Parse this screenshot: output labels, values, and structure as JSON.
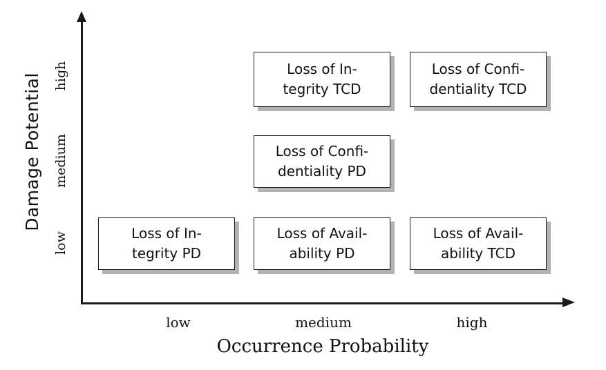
{
  "chart_data": {
    "type": "scatter",
    "title": "",
    "xlabel": "Occurrence Probability",
    "ylabel": "Damage Potential",
    "x_categories": [
      "low",
      "medium",
      "high"
    ],
    "y_categories": [
      "low",
      "medium",
      "high"
    ],
    "grid": false,
    "legend": "none",
    "axis_style": "arrow",
    "points": [
      {
        "x": "medium",
        "y": "high",
        "label": "Loss of Integrity TCD",
        "line1": "Loss of In-",
        "line2": "tegrity TCD"
      },
      {
        "x": "high",
        "y": "high",
        "label": "Loss of Confidentiality TCD",
        "line1": "Loss of Confi-",
        "line2": "dentiality TCD"
      },
      {
        "x": "medium",
        "y": "medium",
        "label": "Loss of Confidentiality PD",
        "line1": "Loss of Confi-",
        "line2": "dentiality PD"
      },
      {
        "x": "low",
        "y": "low",
        "label": "Loss of Integrity PD",
        "line1": "Loss of In-",
        "line2": "tegrity PD"
      },
      {
        "x": "medium",
        "y": "low",
        "label": "Loss of Availability PD",
        "line1": "Loss of Avail-",
        "line2": "ability PD"
      },
      {
        "x": "high",
        "y": "low",
        "label": "Loss of Availability TCD",
        "line1": "Loss of Avail-",
        "line2": "ability TCD"
      }
    ],
    "empty_cells": [
      {
        "x": "low",
        "y": "medium"
      },
      {
        "x": "low",
        "y": "high"
      },
      {
        "x": "high",
        "y": "medium"
      }
    ],
    "colors": {
      "axis": "#1a1a1a",
      "box_border": "#1a1a1a",
      "box_fill": "#ffffff",
      "box_shadow": "#b3b3b3",
      "text": "#111111",
      "background": "#ffffff"
    }
  },
  "axes": {
    "x": {
      "title": "Occurrence Probability",
      "ticks": [
        "low",
        "medium",
        "high"
      ]
    },
    "y": {
      "title": "Damage Potential",
      "ticks": [
        "high",
        "medium",
        "low"
      ]
    }
  }
}
